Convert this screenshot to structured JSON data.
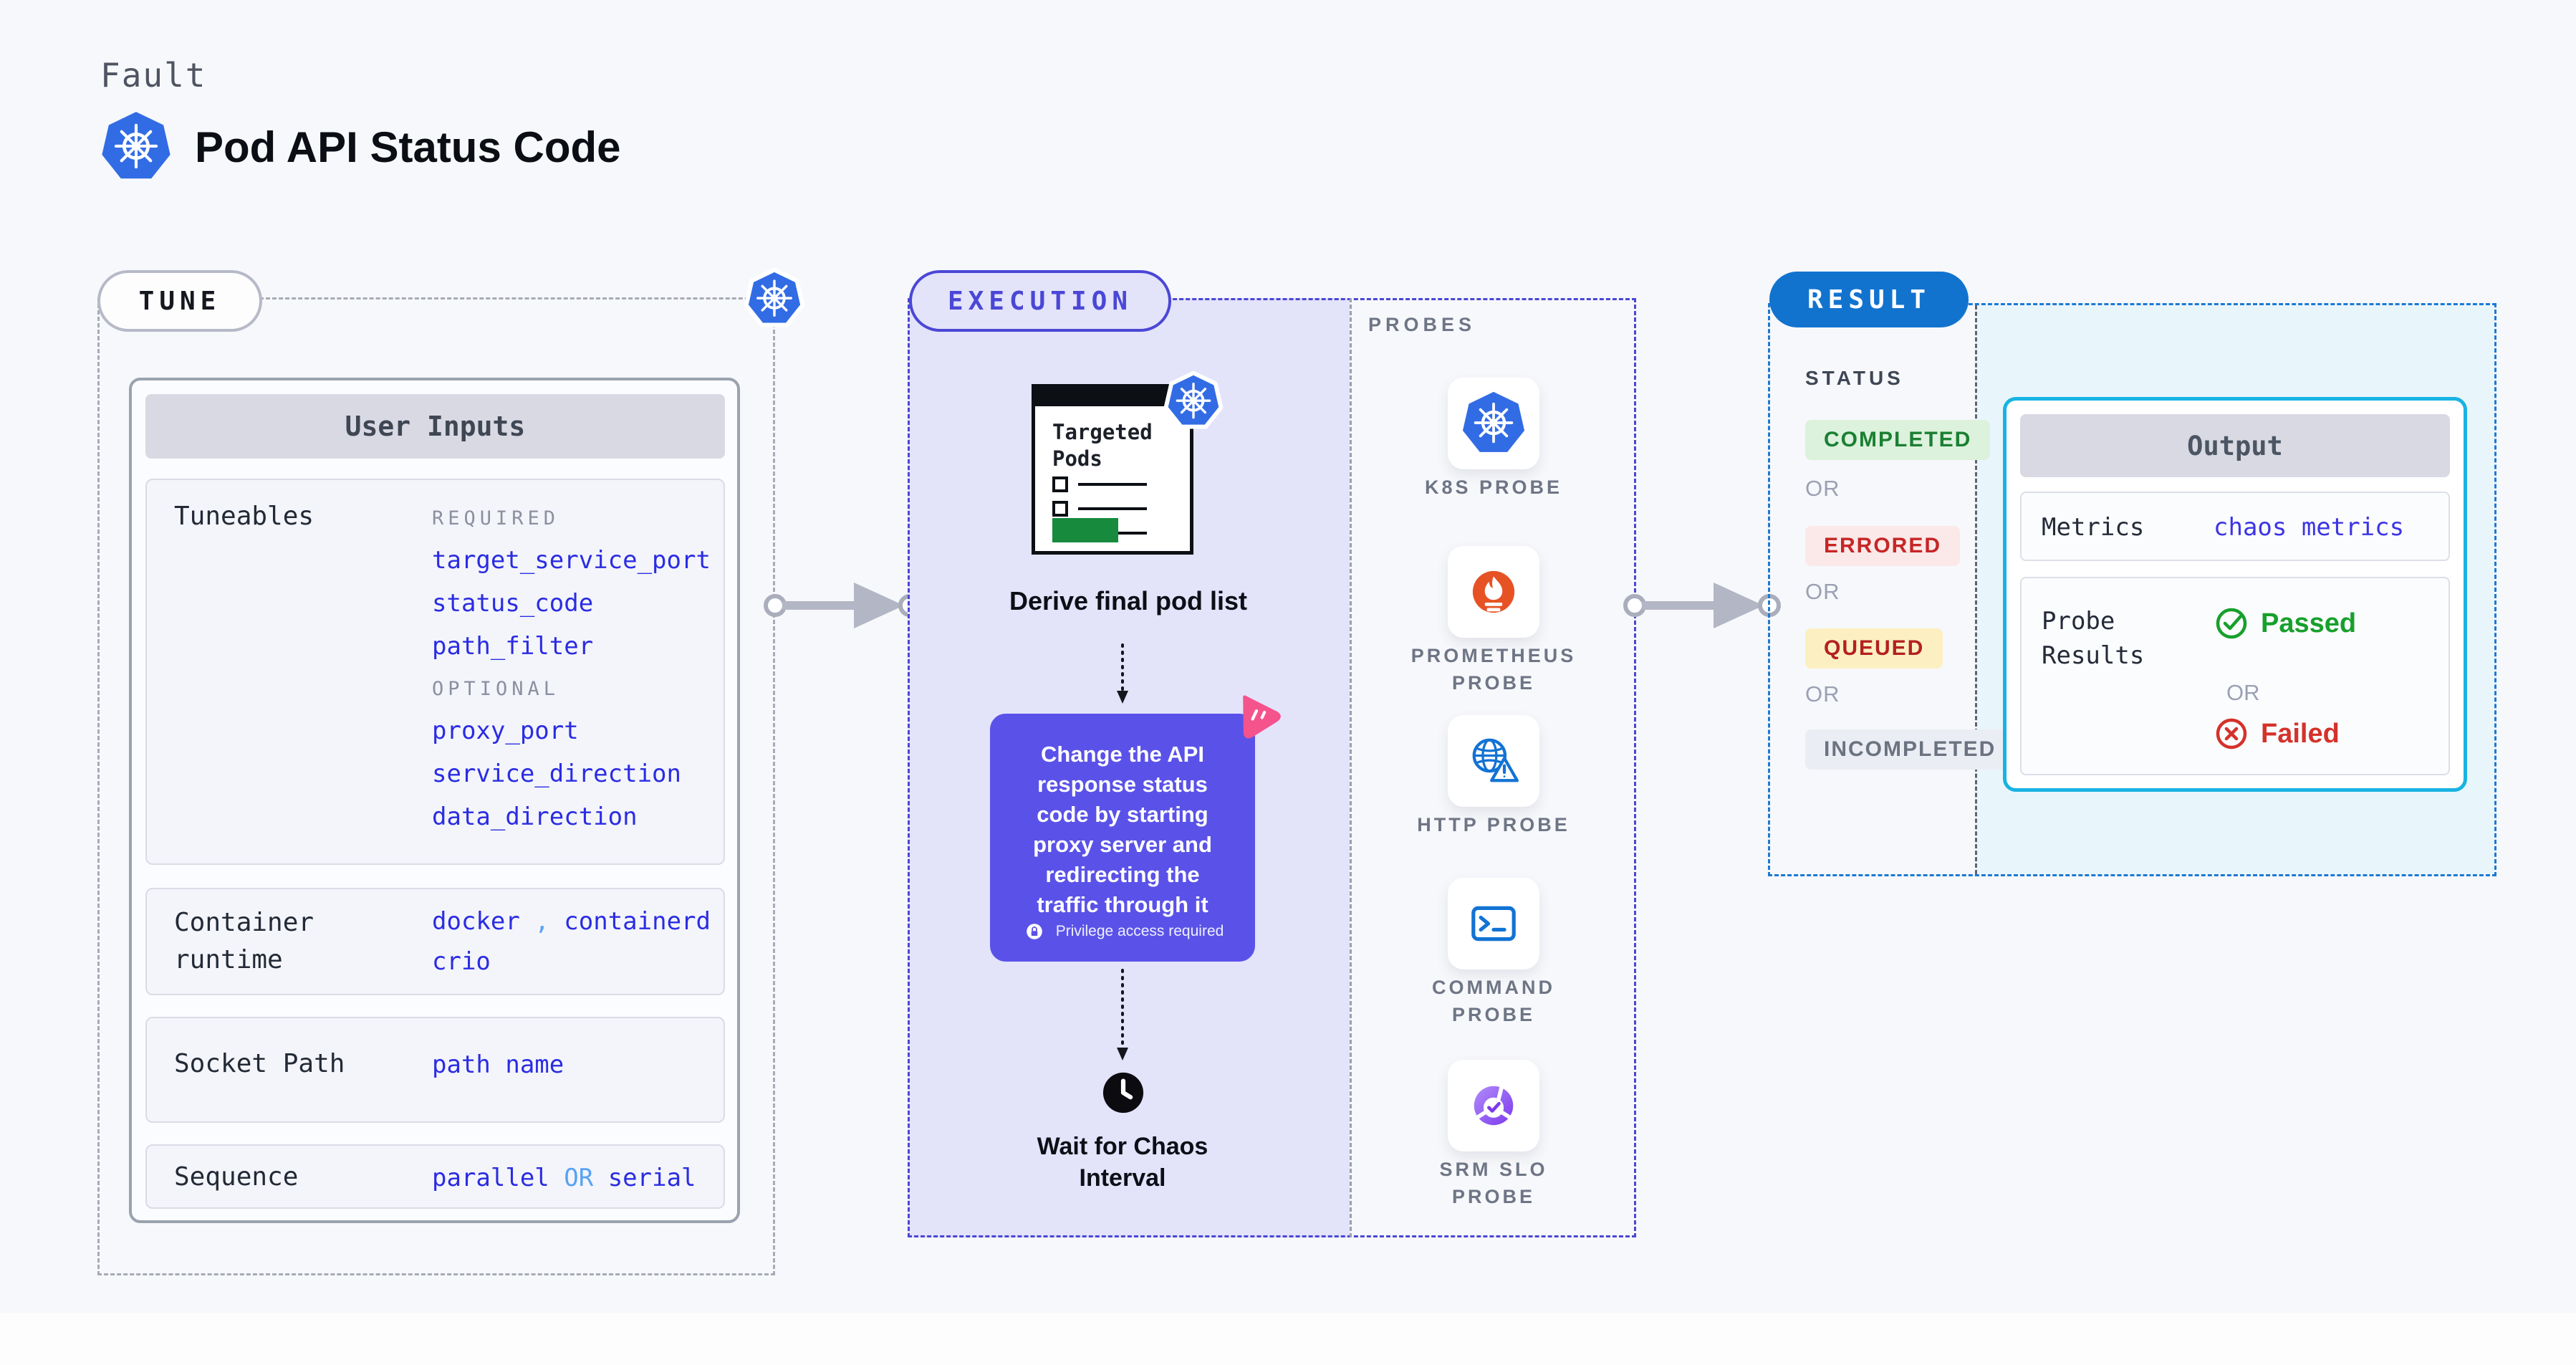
{
  "header": {
    "kicker": "Fault",
    "title": "Pod API Status Code"
  },
  "tune": {
    "badge": "TUNE",
    "user_inputs": {
      "title": "User Inputs",
      "tuneables_label": "Tuneables",
      "required_label": "REQUIRED",
      "required_params": [
        "target_service_port",
        "status_code",
        "path_filter"
      ],
      "optional_label": "OPTIONAL",
      "optional_params": [
        "proxy_port",
        "service_direction",
        "data_direction"
      ],
      "container_runtime": {
        "label": "Container runtime",
        "value1": "docker",
        "separator": ",",
        "value2": "containerd",
        "value3": "crio"
      },
      "socket_path": {
        "label": "Socket Path",
        "value": "path name"
      },
      "sequence": {
        "label": "Sequence",
        "value1": "parallel",
        "or": "OR",
        "value2": "serial"
      }
    }
  },
  "execution": {
    "badge": "EXECUTION",
    "targeted_pods_title": "Targeted Pods",
    "derive_caption": "Derive final pod list",
    "action_text": "Change the API response status code by starting proxy server and redirecting the traffic through it",
    "privilege_note": "Privilege access required",
    "wait_caption": "Wait for Chaos Interval"
  },
  "probes": {
    "title": "PROBES",
    "items": [
      {
        "label": "K8S PROBE",
        "icon": "k8s-icon"
      },
      {
        "label": "PROMETHEUS PROBE",
        "icon": "prometheus-icon"
      },
      {
        "label": "HTTP PROBE",
        "icon": "http-icon"
      },
      {
        "label": "COMMAND PROBE",
        "icon": "command-icon"
      },
      {
        "label": "SRM SLO PROBE",
        "icon": "srm-slo-icon"
      }
    ]
  },
  "result": {
    "badge": "RESULT",
    "status_label": "STATUS",
    "or_label": "OR",
    "statuses": [
      {
        "label": "COMPLETED",
        "fg": "#1b7f33",
        "bg": "#dcf2dc"
      },
      {
        "label": "ERRORED",
        "fg": "#c62626",
        "bg": "#fbe9e9"
      },
      {
        "label": "QUEUED",
        "fg": "#b42020",
        "bg": "#fcf0c2"
      },
      {
        "label": "INCOMPLETED",
        "fg": "#6b7280",
        "bg": "#ebedf4"
      }
    ],
    "output": {
      "title": "Output",
      "metrics_label": "Metrics",
      "metrics_value": "chaos metrics",
      "probe_results_label": "Probe Results",
      "passed_label": "Passed",
      "or_label": "OR",
      "failed_label": "Failed"
    }
  },
  "colors": {
    "k8s_blue": "#326ce5",
    "accent_indigo": "#4a47d6",
    "result_blue": "#1273cf",
    "output_cyan_border": "#18b3e2",
    "action_card_purple": "#5a52e8",
    "param_blue": "#2b2ce2",
    "separator_light_blue": "#58a2f3",
    "passed_green": "#17a02c",
    "failed_red": "#d4322b",
    "green_bar": "#178a3e",
    "pink_logo": "#f4538c",
    "execution_bg": "#e3e3fa",
    "result_panel_bg": "#e8f6fc"
  }
}
